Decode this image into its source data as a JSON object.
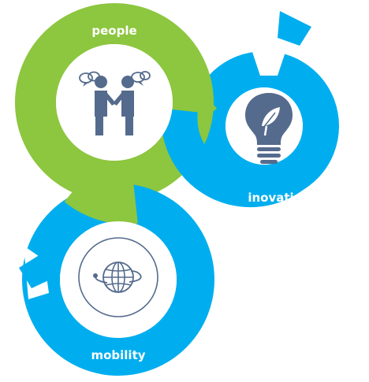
{
  "segments": [
    {
      "id": "people",
      "label": "people",
      "icon": "handshake-people-icon",
      "color": "#8DC63F"
    },
    {
      "id": "inovation",
      "label": "inovation",
      "icon": "lightbulb-leaf-icon",
      "color": "#00AEEF"
    },
    {
      "id": "mobility",
      "label": "mobility",
      "icon": "globe-orbit-icon",
      "color": "#00AEEF"
    }
  ],
  "colors": {
    "green": "#8DC63F",
    "blue": "#00AEEF",
    "icon": "#556B8D",
    "background": "#FFFFFF"
  }
}
